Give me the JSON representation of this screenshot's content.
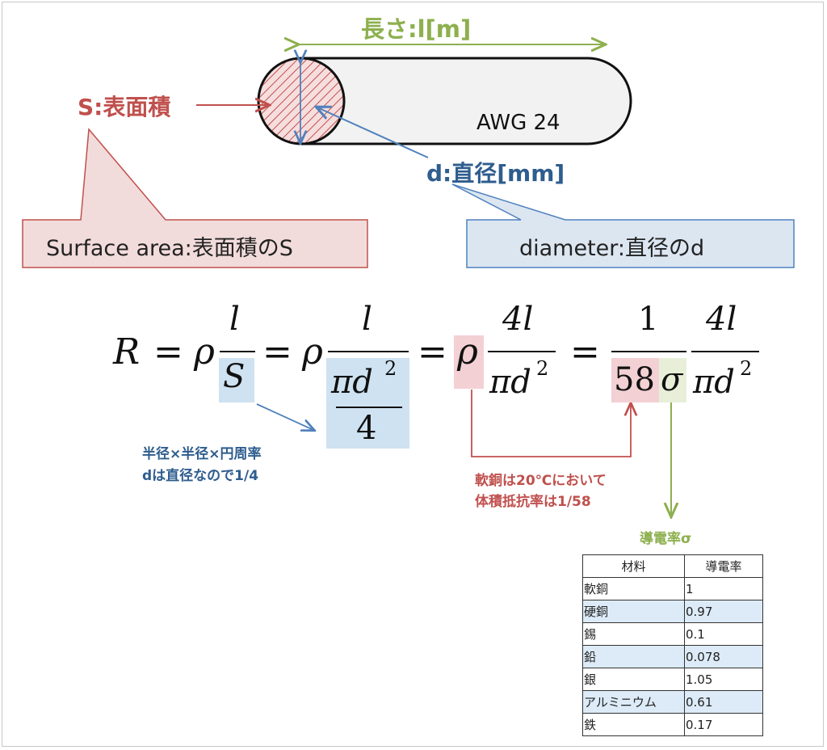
{
  "diagram": {
    "length_label": "長さ:l[m]",
    "surface_label": "S:表面積",
    "wire_label": "AWG 24",
    "diameter_label": "d:直径[mm]",
    "callout_surface": "Surface area:表面積のS",
    "callout_diameter": "diameter:直径のd"
  },
  "formula": {
    "R": "R",
    "eq": "=",
    "rho": "ρ",
    "l": "l",
    "S": "S",
    "pi_d2": "πd",
    "sq": "2",
    "four": "4",
    "four_l": "4l",
    "one": "1",
    "fifty_eight": "58",
    "sigma": "σ"
  },
  "notes": {
    "area_note_line1": "半径×半径×円周率",
    "area_note_line2": "dは直径なので1/4",
    "copper_note_line1": "軟銅は20℃において",
    "copper_note_line2": "体積抵抗率は1/58",
    "conductivity_title": "導電率σ"
  },
  "table": {
    "headers": [
      "材料",
      "導電率"
    ],
    "rows": [
      [
        "軟銅",
        "1"
      ],
      [
        "硬銅",
        "0.97"
      ],
      [
        "錫",
        "0.1"
      ],
      [
        "鉛",
        "0.078"
      ],
      [
        "銀",
        "1.05"
      ],
      [
        "アルミニウム",
        "0.61"
      ],
      [
        "鉄",
        "0.17"
      ]
    ]
  },
  "colors": {
    "green": "#8db04e",
    "red": "#c0504d",
    "blue": "#2e5d8e",
    "pink_fill": "#f2dcdb",
    "blue_fill": "#dce6f1"
  }
}
